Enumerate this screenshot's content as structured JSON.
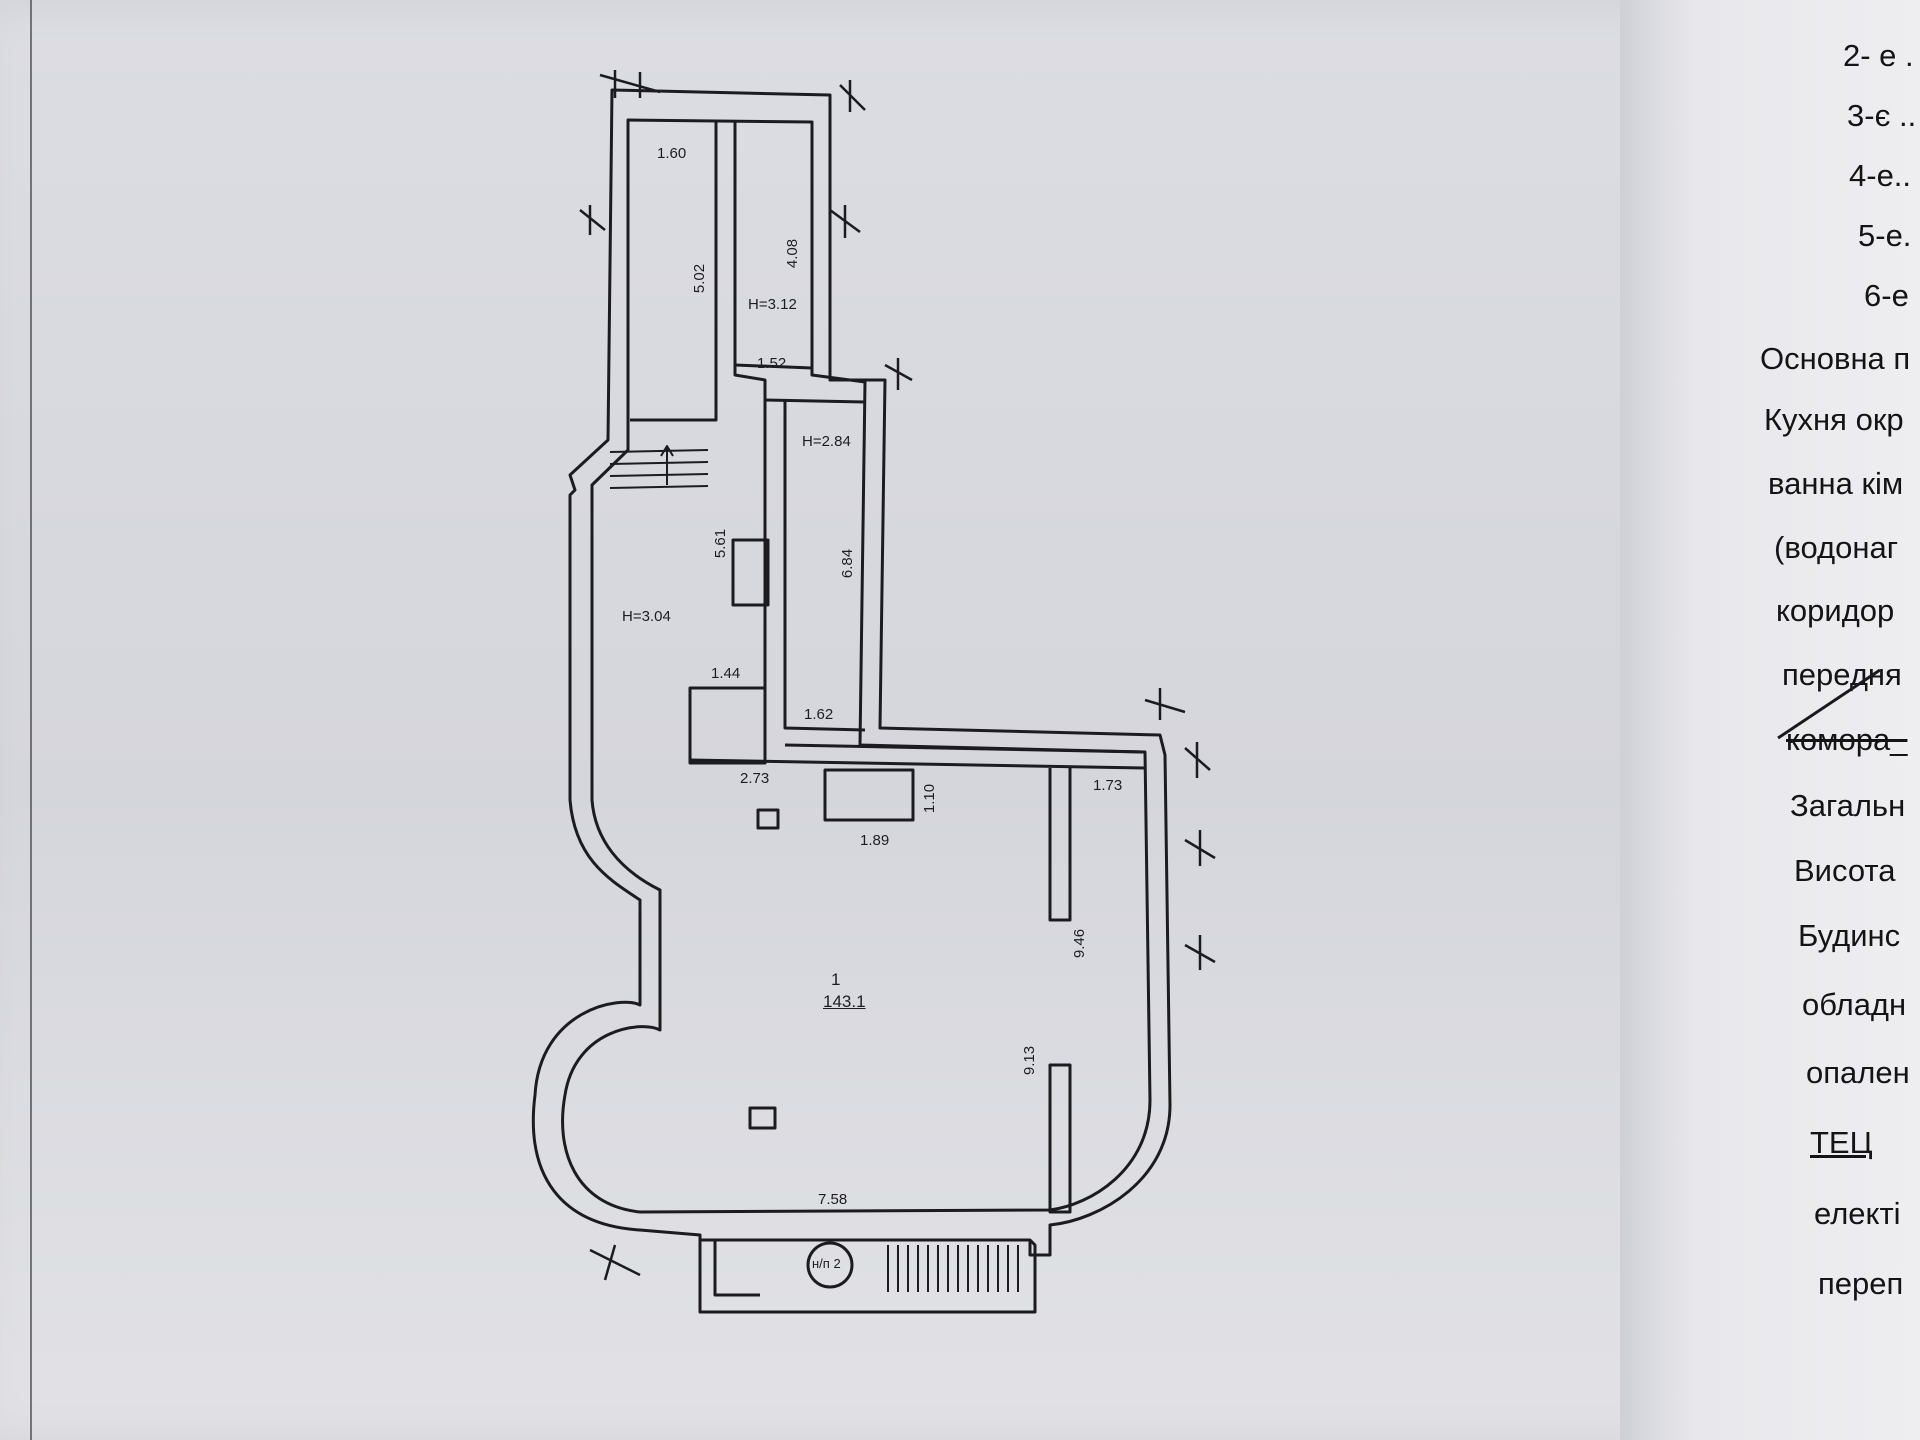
{
  "plan": {
    "labels": {
      "l160": "1.60",
      "l502": "5.02",
      "l408": "4.08",
      "h312": "H=3.12",
      "l152": "1.52",
      "h284": "H=2.84",
      "l561": "5.61",
      "l684": "6.84",
      "h304": "H=3.04",
      "l144": "1.44",
      "l162": "1.62",
      "l273": "2.73",
      "l110": "1.10",
      "l173": "1.73",
      "l189": "1.89",
      "l946": "9.46",
      "room_no": "1",
      "room_area": "143.1",
      "l913": "9.13",
      "l758": "7.58",
      "np": "н/п 2"
    }
  },
  "right_page": {
    "lines": [
      "2- е .",
      "3-є ..",
      "4-е..",
      "5-е.",
      "6-е",
      "Основна п",
      "Кухня окр",
      "ванна кім",
      "(водонаг",
      "коридор",
      "передня",
      "комора_",
      "Загальн",
      "Висота",
      "Будинс",
      "обладн",
      "опален",
      "ТЕЦ",
      "електі",
      "переп"
    ]
  }
}
